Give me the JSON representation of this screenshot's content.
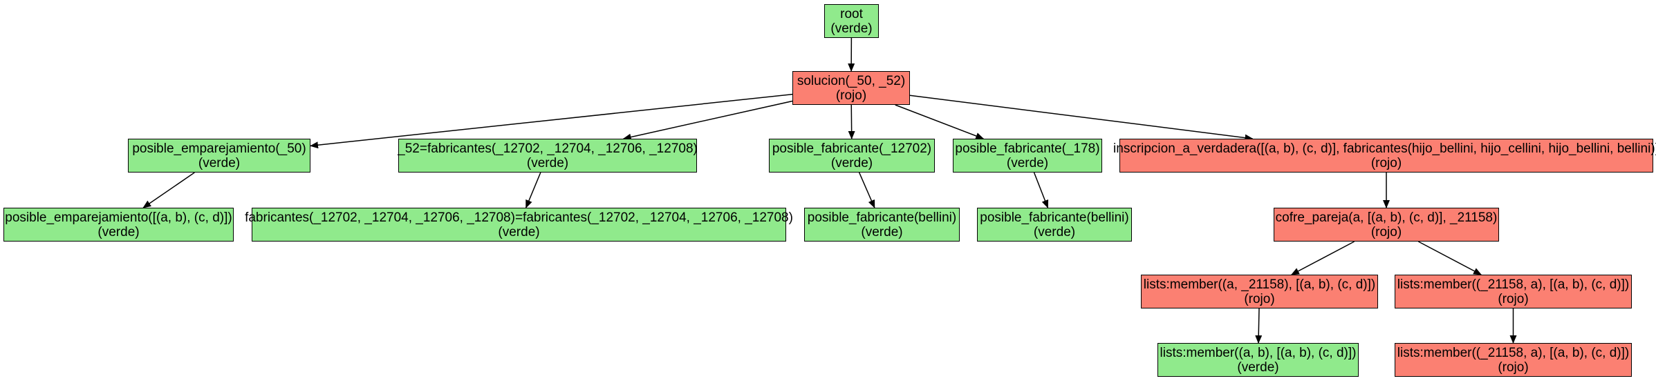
{
  "colors": {
    "verde": "#90ea8c",
    "rojo": "#fb8072",
    "edge": "#000000"
  },
  "nodes": {
    "root": {
      "label": "root",
      "state": "(verde)",
      "status": "verde"
    },
    "solucion": {
      "label": "solucion(_50, _52)",
      "state": "(rojo)",
      "status": "rojo"
    },
    "posible_emp": {
      "label": "posible_emparejamiento(_50)",
      "state": "(verde)",
      "status": "verde"
    },
    "fab_eq": {
      "label": "_52=fabricantes(_12702, _12704, _12706, _12708)",
      "state": "(verde)",
      "status": "verde"
    },
    "pos_fab1": {
      "label": "posible_fabricante(_12702)",
      "state": "(verde)",
      "status": "verde"
    },
    "pos_fab2": {
      "label": "posible_fabricante(_178)",
      "state": "(verde)",
      "status": "verde"
    },
    "inscripcion": {
      "label": "inscripcion_a_verdadera([(a, b), (c, d)], fabricantes(hijo_bellini, hijo_cellini, hijo_bellini, bellini))",
      "state": "(rojo)",
      "status": "rojo"
    },
    "posible_emp_list": {
      "label": "posible_emparejamiento([(a, b), (c, d)])",
      "state": "(verde)",
      "status": "verde"
    },
    "fab_unif": {
      "label": "fabricantes(_12702, _12704, _12706, _12708)=fabricantes(_12702, _12704, _12706, _12708)",
      "state": "(verde)",
      "status": "verde"
    },
    "pos_fab_b1": {
      "label": "posible_fabricante(bellini)",
      "state": "(verde)",
      "status": "verde"
    },
    "pos_fab_b2": {
      "label": "posible_fabricante(bellini)",
      "state": "(verde)",
      "status": "verde"
    },
    "cofre": {
      "label": "cofre_pareja(a, [(a, b), (c, d)], _21158)",
      "state": "(rojo)",
      "status": "rojo"
    },
    "member1": {
      "label": "lists:member((a, _21158), [(a, b), (c, d)])",
      "state": "(rojo)",
      "status": "rojo"
    },
    "member2": {
      "label": "lists:member((_21158, a), [(a, b), (c, d)])",
      "state": "(rojo)",
      "status": "rojo"
    },
    "member1_child": {
      "label": "lists:member((a, b), [(a, b), (c, d)])",
      "state": "(verde)",
      "status": "verde"
    },
    "member2_child": {
      "label": "lists:member((_21158, a), [(a, b), (c, d)])",
      "state": "(rojo)",
      "status": "rojo"
    }
  },
  "edges": [
    [
      "root",
      "solucion"
    ],
    [
      "solucion",
      "posible_emp"
    ],
    [
      "solucion",
      "fab_eq"
    ],
    [
      "solucion",
      "pos_fab1"
    ],
    [
      "solucion",
      "pos_fab2"
    ],
    [
      "solucion",
      "inscripcion"
    ],
    [
      "posible_emp",
      "posible_emp_list"
    ],
    [
      "fab_eq",
      "fab_unif"
    ],
    [
      "pos_fab1",
      "pos_fab_b1"
    ],
    [
      "pos_fab2",
      "pos_fab_b2"
    ],
    [
      "inscripcion",
      "cofre"
    ],
    [
      "cofre",
      "member1"
    ],
    [
      "cofre",
      "member2"
    ],
    [
      "member1",
      "member1_child"
    ],
    [
      "member2",
      "member2_child"
    ]
  ]
}
